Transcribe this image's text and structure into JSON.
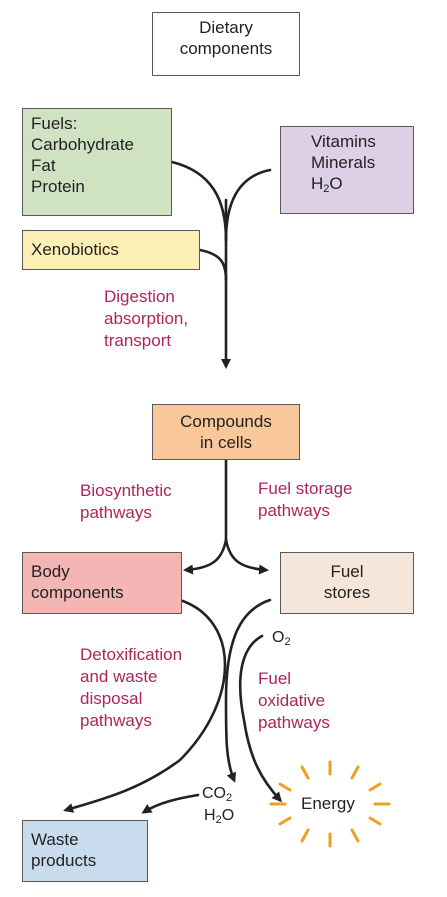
{
  "boxes": {
    "dietary": {
      "lines": [
        "Dietary",
        "components"
      ],
      "color": "#ffffff"
    },
    "fuels": {
      "lines": [
        "Fuels:",
        "Carbohydrate",
        "Fat",
        "Protein"
      ],
      "color": "#cfe3c3"
    },
    "vitamins": {
      "lines": [
        "Vitamins",
        "Minerals"
      ],
      "water_base": "H",
      "water_sub": "2",
      "water_tail": "O",
      "color": "#ddd0e6"
    },
    "xenobiotics": {
      "lines": [
        "Xenobiotics"
      ],
      "color": "#fbefb6"
    },
    "compounds": {
      "lines": [
        "Compounds",
        "in cells"
      ],
      "color": "#f8c89a"
    },
    "body": {
      "lines": [
        "Body",
        "components"
      ],
      "color": "#f4b6b4"
    },
    "fuel_stores": {
      "lines": [
        "Fuel",
        "stores"
      ],
      "color": "#f6e6da"
    },
    "waste": {
      "lines": [
        "Waste",
        "products"
      ],
      "color": "#c8dcee"
    }
  },
  "labels": {
    "digestion": [
      "Digestion",
      "absorption,",
      "transport"
    ],
    "biosynthetic": [
      "Biosynthetic",
      "pathways"
    ],
    "fuel_storage": [
      "Fuel storage",
      "pathways"
    ],
    "detox": [
      "Detoxification",
      "and waste",
      "disposal",
      "pathways"
    ],
    "fuel_oxidative": [
      "Fuel",
      "oxidative",
      "pathways"
    ]
  },
  "chem": {
    "o2": {
      "base": "O",
      "sub": "2"
    },
    "co2": {
      "base": "CO",
      "sub": "2"
    },
    "h2o": {
      "base": "H",
      "sub": "2",
      "tail": "O"
    }
  },
  "energy": {
    "label": "Energy",
    "ray_color": "#f0a020"
  },
  "colors": {
    "label_text": "#b0245a",
    "arrow": "#222222"
  }
}
